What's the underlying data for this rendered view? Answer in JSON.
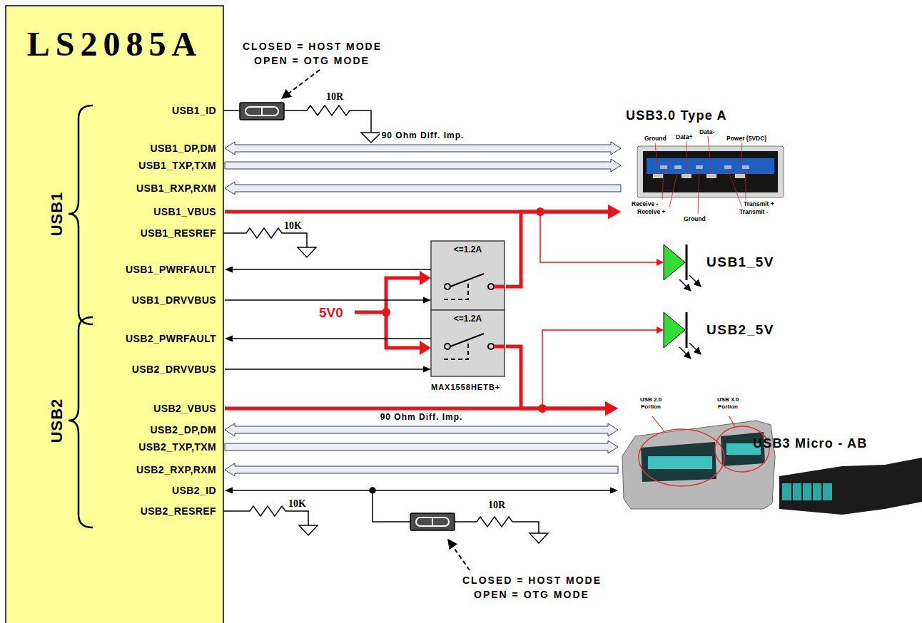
{
  "diagram": {
    "nodes": [
      {
        "text": [
          "LS2085A"
        ]
      },
      {
        "text": [
          "<=1.2A"
        ]
      },
      {
        "text": [
          "<=1.2A"
        ]
      },
      {
        "text": [
          "USB3.0 Type A",
          "Ground",
          "Data+",
          "Data-",
          "Power (5VDC)",
          "Receive -",
          "Receive +",
          "Ground",
          "Transmit +",
          "Transmit -"
        ]
      },
      {
        "text": [
          "USB3 Micro - AB",
          "USB 2.0 Portion",
          "USB 3.0 Portion"
        ]
      }
    ],
    "edges": [
      {
        "from": 0,
        "to": 3,
        "arrow": "both",
        "label": "90 Ohm Diff. Imp."
      },
      {
        "from": 0,
        "to": 3,
        "arrow": "to"
      },
      {
        "from": 3,
        "to": 0,
        "arrow": "to"
      },
      {
        "from": 0,
        "to": 3,
        "arrow": "to"
      },
      {
        "from": 1,
        "to": 3,
        "arrow": "to"
      },
      {
        "from": 1,
        "to": 0,
        "arrow": "to"
      },
      {
        "from": 0,
        "to": 1,
        "arrow": "to"
      },
      {
        "from": 2,
        "to": 0,
        "arrow": "to"
      },
      {
        "from": 0,
        "to": 2,
        "arrow": "to"
      },
      {
        "from": 0,
        "to": 4,
        "arrow": "to"
      },
      {
        "from": 2,
        "to": 4,
        "arrow": "to"
      },
      {
        "from": 0,
        "to": 4,
        "arrow": "both",
        "label": "90 Ohm Diff. Imp."
      },
      {
        "from": 0,
        "to": 4,
        "arrow": "to"
      },
      {
        "from": 4,
        "to": 0,
        "arrow": "to"
      },
      {
        "from": 0,
        "to": 4,
        "arrow": "both"
      }
    ],
    "labels": [
      "CLOSED = HOST MODE",
      "OPEN = OTG MODE",
      "10R",
      "USB1_ID",
      "USB1_DP,DM",
      "USB1_TXP,TXM",
      "USB1_RXP,RXM",
      "USB1_VBUS",
      "USB1_RESREF",
      "10K",
      "USB1_PWRFAULT",
      "USB1_DRVVBUS",
      "5V0",
      "USB1_5V",
      "USB2_PWRFAULT",
      "USB2_DRVVBUS",
      "USB2_5V",
      "MAX1558HETB+",
      "USB2_VBUS",
      "USB2_DP,DM",
      "USB2_TXP,TXM",
      "USB2_RXP,RXM",
      "USB2_ID",
      "USB2_RESREF",
      "10K",
      "10R",
      "CLOSED = HOST MODE",
      "OPEN = OTG MODE",
      "USB1",
      "USB2"
    ]
  }
}
